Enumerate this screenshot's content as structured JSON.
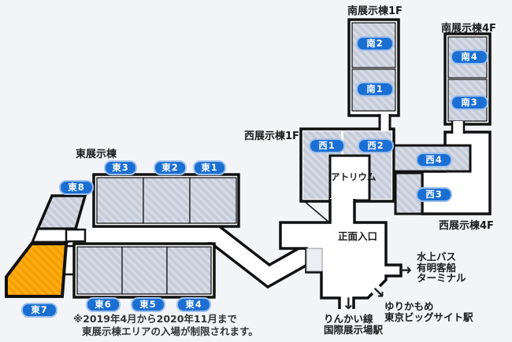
{
  "map": {
    "halls": [
      {
        "id": "minami-2",
        "label": "南2"
      },
      {
        "id": "minami-1",
        "label": "南1"
      },
      {
        "id": "minami-4",
        "label": "南4"
      },
      {
        "id": "minami-3",
        "label": "南3"
      },
      {
        "id": "nishi-1",
        "label": "西1"
      },
      {
        "id": "nishi-2",
        "label": "西2"
      },
      {
        "id": "nishi-4",
        "label": "西4"
      },
      {
        "id": "nishi-3",
        "label": "西3"
      },
      {
        "id": "higashi-3",
        "label": "東3"
      },
      {
        "id": "higashi-2",
        "label": "東2"
      },
      {
        "id": "higashi-1",
        "label": "東1"
      },
      {
        "id": "higashi-8",
        "label": "東8"
      },
      {
        "id": "higashi-7",
        "label": "東7",
        "highlighted": true
      },
      {
        "id": "higashi-6",
        "label": "東6"
      },
      {
        "id": "higashi-5",
        "label": "東5"
      },
      {
        "id": "higashi-4",
        "label": "東4"
      }
    ],
    "labels": {
      "south_1f": "南展示棟1F",
      "south_4f": "南展示棟4F",
      "west_1f": "西展示棟1F",
      "west_4f": "西展示棟4F",
      "east": "東展示棟",
      "atrium": "アトリウム",
      "entrance": "正面入口"
    },
    "access": {
      "waterbus": {
        "arrow": "→",
        "line1": "水上バス",
        "line2": "有明客船",
        "line3": "ターミナル"
      },
      "yurikamome": {
        "arrow": "↘",
        "line1": "ゆりかもめ",
        "line2": "東京ビッグサイト駅"
      },
      "rinkai": {
        "arrow": "↓",
        "line1": "りんかい線",
        "line2": "国際展示場駅"
      }
    },
    "note": {
      "line1": "※2019年4月から2020年11月まで",
      "line2": "東展示棟エリアの入場が制限されます。"
    },
    "colors": {
      "background": "#f2f4f8",
      "outline": "#111111",
      "hall_fill": "#c5cbd8",
      "hall_stripe": "#d8dce6",
      "highlight_fill": "#ffab12",
      "highlight_stripe": "#f29d00",
      "badge_blue": "#1b6fd3",
      "badge_border": "#9fc0ec"
    }
  }
}
